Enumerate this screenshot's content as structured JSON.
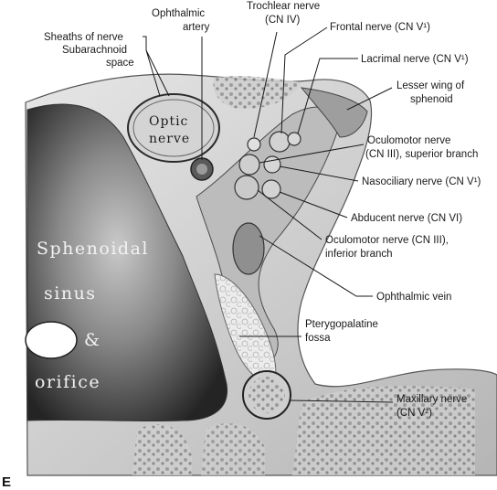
{
  "panel_letter": "E",
  "labels": {
    "sheaths_line1": "Sheaths of nerve",
    "sheaths_line2": "Subarachnoid",
    "sheaths_line3": "space",
    "ophthalmic_artery_line1": "Ophthalmic",
    "ophthalmic_artery_line2": "artery",
    "trochlear_line1": "Trochlear nerve",
    "trochlear_line2": "(CN IV)",
    "frontal": "Frontal nerve (CN V¹)",
    "lacrimal": "Lacrimal nerve (CN V¹)",
    "lesser_wing_line1": "Lesser wing of",
    "lesser_wing_line2": "sphenoid",
    "oculomotor_sup_line1": "Oculomotor nerve",
    "oculomotor_sup_line2": "(CN III), superior branch",
    "nasociliary": "Nasociliary nerve (CN V¹)",
    "abducent": "Abducent nerve (CN VI)",
    "oculomotor_inf_line1": "Oculomotor nerve (CN III),",
    "oculomotor_inf_line2": "inferior branch",
    "ophthalmic_vein": "Ophthalmic vein",
    "pterygopalatine_line1": "Pterygopalatine",
    "pterygopalatine_line2": "fossa",
    "maxillary_line1": "Maxillary nerve",
    "maxillary_line2": "(CN V²)"
  },
  "handwritten": {
    "optic_line1": "Optic",
    "optic_line2": "nerve",
    "sinus_line1": "Sphenoidal",
    "sinus_line2": "sinus",
    "sinus_amp": "&",
    "sinus_line3": "orifice"
  },
  "colors": {
    "background": "#ffffff",
    "bone_light": "#d9d9d9",
    "bone_mid": "#a8a8a8",
    "sinus_dark": "#2b2b2b",
    "text": "#1a1a1a"
  }
}
